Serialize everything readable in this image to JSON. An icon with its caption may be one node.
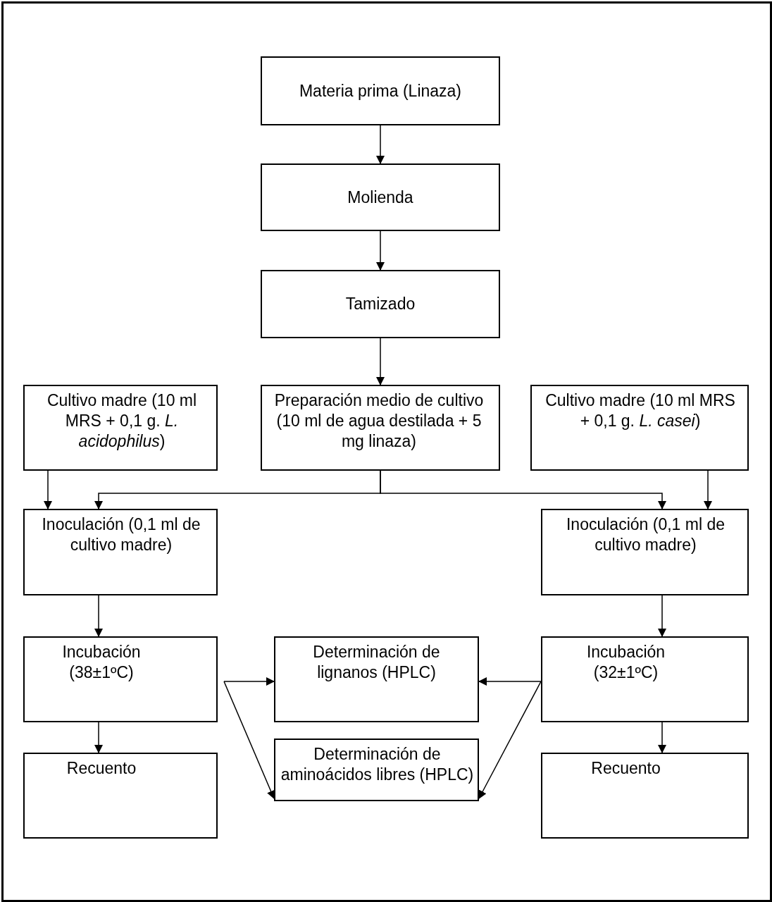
{
  "diagram": {
    "nodes": [
      {
        "text": [
          "Materia prima (Linaza)"
        ]
      },
      {
        "text": [
          "Molienda"
        ]
      },
      {
        "text": [
          "Tamizado"
        ]
      },
      {
        "text": [
          "Cultivo madre (10 ml MRS + 0,1 g. *L. acidophilus*)"
        ]
      },
      {
        "text": [
          "Preparación medio de cultivo (10 ml de agua destilada + 5 mg linaza)"
        ]
      },
      {
        "text": [
          "Cultivo madre (10 ml MRS + 0,1 g. *L. casei*)"
        ]
      },
      {
        "text": [
          "Inoculación (0,1 ml de cultivo madre)"
        ]
      },
      {
        "text": [
          "Inoculación (0,1 ml de cultivo madre)"
        ]
      },
      {
        "text": [
          "Incubación (38±1ºC)"
        ]
      },
      {
        "text": [
          "Determinación de lignanos (HPLC)"
        ]
      },
      {
        "text": [
          "Incubación (32±1ºC)"
        ]
      },
      {
        "text": [
          "Recuento"
        ]
      },
      {
        "text": [
          "Determinación de aminoácidos libres (HPLC)"
        ]
      },
      {
        "text": [
          "Recuento"
        ]
      }
    ],
    "edges": [
      {
        "from": 0,
        "to": 1,
        "arrow": "to"
      },
      {
        "from": 1,
        "to": 2,
        "arrow": "to"
      },
      {
        "from": 2,
        "to": 4,
        "arrow": "to"
      },
      {
        "from": 4,
        "to": 6,
        "arrow": "to"
      },
      {
        "from": 4,
        "to": 7,
        "arrow": "to"
      },
      {
        "from": 3,
        "to": 6,
        "arrow": "to"
      },
      {
        "from": 5,
        "to": 7,
        "arrow": "to"
      },
      {
        "from": 6,
        "to": 8,
        "arrow": "to"
      },
      {
        "from": 7,
        "to": 10,
        "arrow": "to"
      },
      {
        "from": 8,
        "to": 9,
        "arrow": "to"
      },
      {
        "from": 8,
        "to": 12,
        "arrow": "to"
      },
      {
        "from": 10,
        "to": 9,
        "arrow": "to"
      },
      {
        "from": 10,
        "to": 12,
        "arrow": "to"
      },
      {
        "from": 8,
        "to": 11,
        "arrow": "to"
      },
      {
        "from": 10,
        "to": 13,
        "arrow": "to"
      }
    ]
  }
}
